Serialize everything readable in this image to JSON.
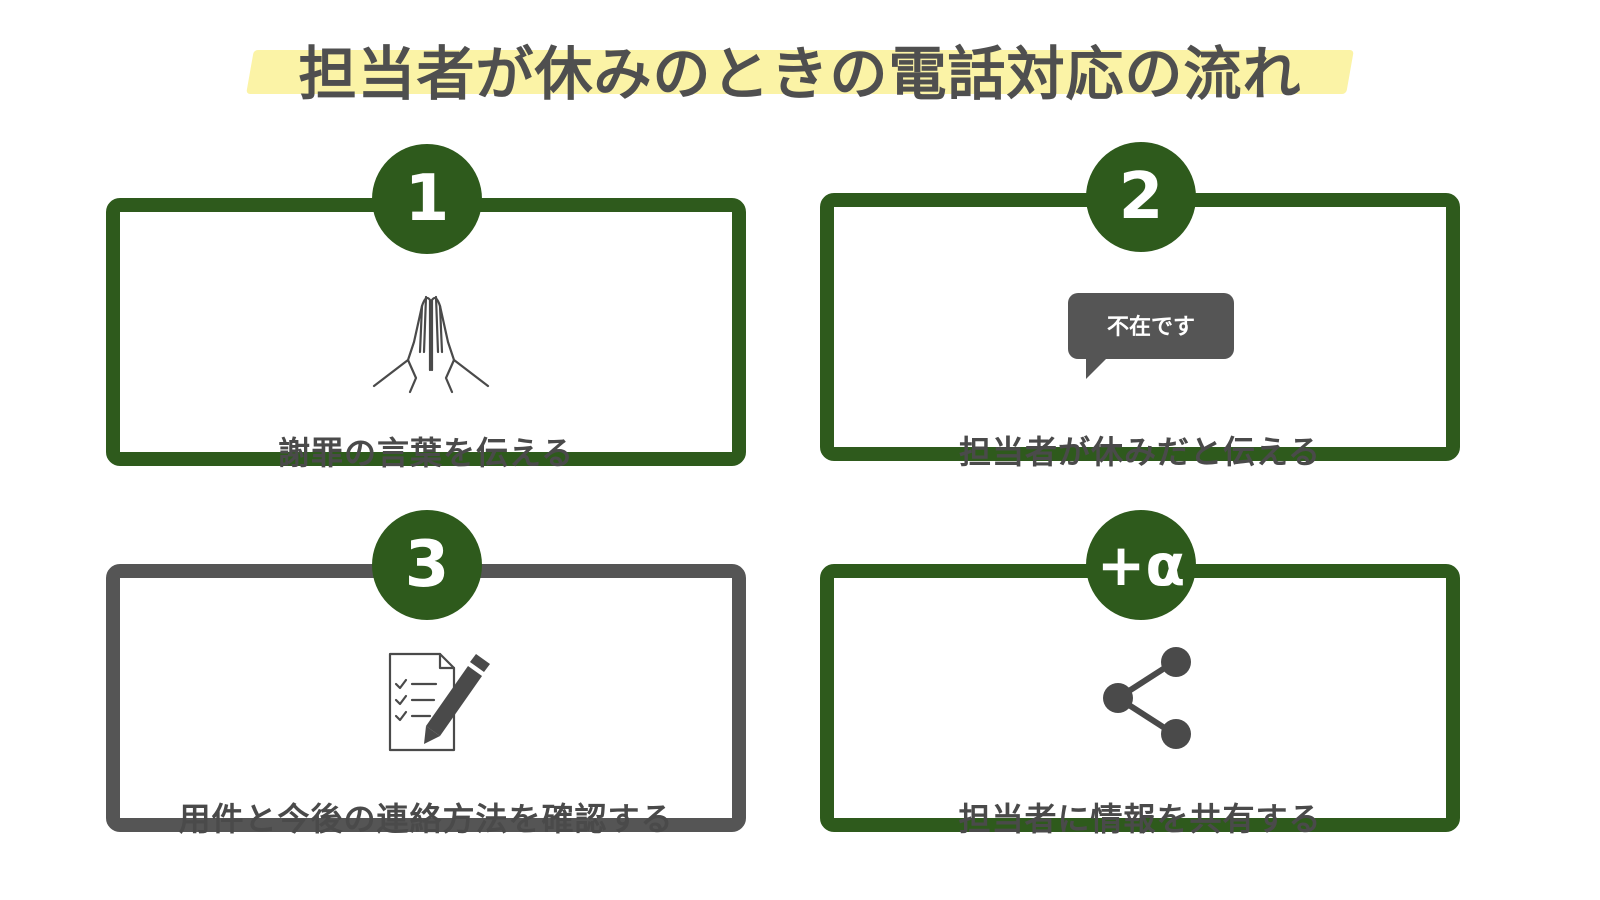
{
  "title": "担当者が休みのときの電話対応の流れ",
  "steps": [
    {
      "badge": "1",
      "label": "謝罪の言葉を伝える",
      "icon": "praying-hands-icon",
      "border_color": "#2e5a1c"
    },
    {
      "badge": "2",
      "label": "担当者が休みだと伝える",
      "icon": "speech-bubble-icon",
      "bubble_text": "不在です",
      "border_color": "#2e5a1c"
    },
    {
      "badge": "3",
      "label": "用件と今後の連絡方法を確認する",
      "icon": "checklist-pen-icon",
      "border_color": "#555555"
    },
    {
      "badge": "+α",
      "label": "担当者に情報を共有する",
      "icon": "share-icon",
      "border_color": "#2e5a1c"
    }
  ],
  "colors": {
    "accent_green": "#2e5a1c",
    "gray_border": "#555555",
    "title_highlight": "#fbf3a6",
    "text": "#4a4a4a"
  }
}
